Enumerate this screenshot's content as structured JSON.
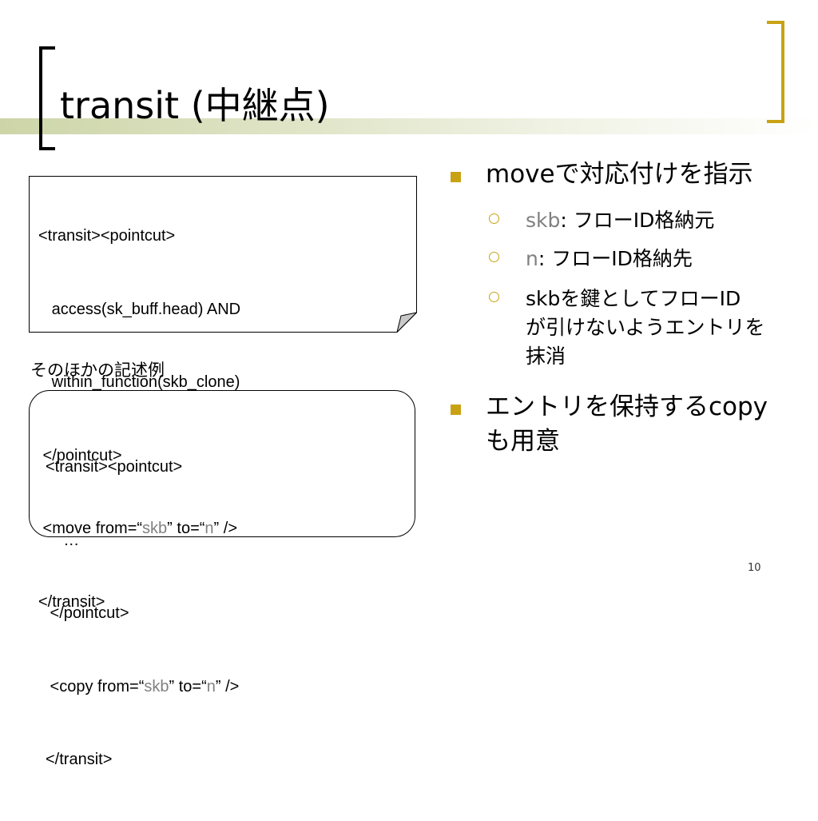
{
  "slide": {
    "title": "transit (中継点)",
    "number": "10",
    "accent_color": "#c9a214",
    "bar_color": "#d4dab4"
  },
  "note_code": {
    "lines": [
      {
        "pre": "<transit><pointcut>"
      },
      {
        "pre": "   access(sk_buff.head) AND"
      },
      {
        "pre": "   within_function(skb_clone)"
      },
      {
        "pre": " </pointcut>"
      },
      {
        "pre": " <move from=“",
        "hl1": "skb",
        "mid": "” to=“",
        "hl2": "n",
        "post": "” />"
      },
      {
        "pre": "</transit>"
      }
    ]
  },
  "other_label": "そのほかの記述例",
  "round_code": {
    "lines": [
      {
        "pre": "<transit><pointcut>"
      },
      {
        "pre": "    …"
      },
      {
        "pre": " </pointcut>"
      },
      {
        "pre": " <copy from=“",
        "hl1": "skb",
        "mid": "” to=“",
        "hl2": "n",
        "post": "” />"
      },
      {
        "pre": "</transit>"
      }
    ]
  },
  "bullets": [
    {
      "text": "moveで対応付けを指示",
      "sub": [
        {
          "term": "skb",
          "desc": ": フローID格納元"
        },
        {
          "term": "n",
          "desc": ": フローID格納先"
        },
        {
          "lines": [
            "skbを鍵としてフローID",
            "が引けないようエントリを",
            "抹消"
          ]
        }
      ]
    },
    {
      "lines": [
        "エントリを保持するcopy",
        "も用意"
      ]
    }
  ]
}
